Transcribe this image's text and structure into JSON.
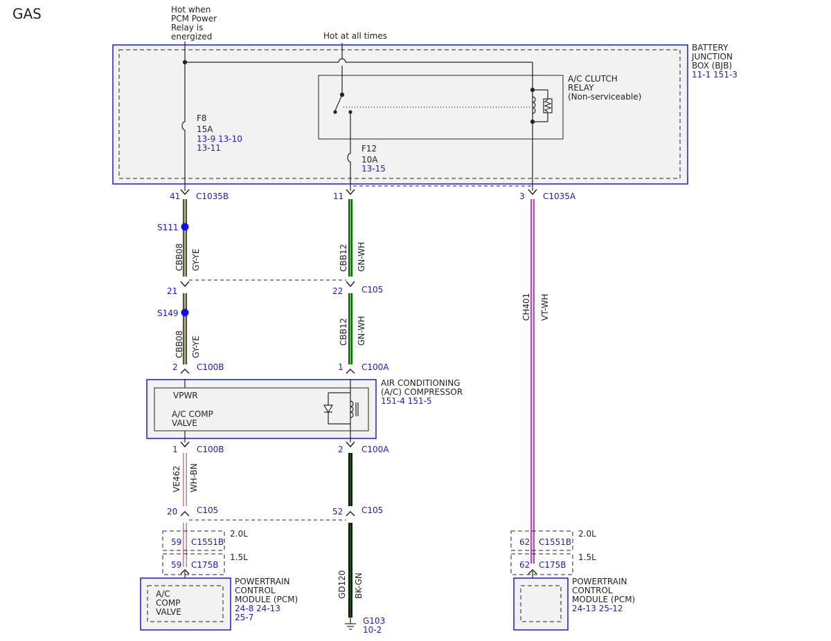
{
  "title": "GAS",
  "colors": {
    "blue": "#1a1ad6",
    "box_fill": "#f2f2f2",
    "wire_gy_ye": "#a0a060",
    "wire_gn_wh": "#1f9a1f",
    "wire_vt_wh": "#d67bd6",
    "wire_wh_bn": "#e8c8c8",
    "wire_bk_gn": "#173317",
    "splice": "#1010ee"
  },
  "annotations": {
    "hot_pcm": [
      "Hot when",
      "PCM Power",
      "Relay is",
      "energized"
    ],
    "hot_all": "Hot at all times"
  },
  "bjb": {
    "lines": [
      "BATTERY",
      "JUNCTION",
      "BOX (BJB)"
    ],
    "refs": "11-1   151-3"
  },
  "relay": {
    "lines": [
      "A/C CLUTCH",
      "RELAY",
      "(Non-serviceable)"
    ]
  },
  "fuses": {
    "f8": {
      "name": "F8",
      "rating": "15A",
      "refs": [
        "13-9   13-10",
        "13-11"
      ]
    },
    "f12": {
      "name": "F12",
      "rating": "10A",
      "refs": [
        "13-15"
      ]
    }
  },
  "pins": {
    "p41": "41",
    "p11": "11",
    "p3": "3",
    "p21": "21",
    "p22": "22",
    "p2a": "2",
    "p1a": "1",
    "p1b": "1",
    "p2b": "2",
    "p20": "20",
    "p52": "52",
    "p59a": "59",
    "p59b": "59",
    "p62a": "62",
    "p62b": "62"
  },
  "connectors": {
    "c1035b": "C1035B",
    "c1035a": "C1035A",
    "c105_top": "C105",
    "c100b_top": "C100B",
    "c100a_top": "C100A",
    "c100b_bot": "C100B",
    "c100a_bot": "C100A",
    "c105_left": "C105",
    "c105_mid": "C105",
    "c1551b_left": "C1551B",
    "c175b_left": "C175B",
    "c1551b_right": "C1551B",
    "c175b_right": "C175B"
  },
  "splices": {
    "s111": "S111",
    "s149": "S149"
  },
  "wires": {
    "w1": {
      "circuit": "CBB08",
      "color": "GY-YE"
    },
    "w2": {
      "circuit": "CBB08",
      "color": "GY-YE"
    },
    "w3": {
      "circuit": "CBB12",
      "color": "GN-WH"
    },
    "w4": {
      "circuit": "CBB12",
      "color": "GN-WH"
    },
    "w5": {
      "circuit": "CH401",
      "color": "VT-WH"
    },
    "w6": {
      "circuit": "VE462",
      "color": "WH-BN"
    },
    "w7": {
      "circuit": "GD120",
      "color": "BK-GN"
    }
  },
  "compressor": {
    "lines": [
      "AIR CONDITIONING",
      "(A/C) COMPRESSOR"
    ],
    "refs": "151-4  151-5",
    "vpwr": "VPWR",
    "valve": [
      "A/C COMP",
      "VALVE"
    ]
  },
  "engine": {
    "e20": "2.0L",
    "e15": "1.5L",
    "e20b": "2.0L",
    "e15b": "1.5L"
  },
  "pcm_left": {
    "lines": [
      "POWERTRAIN",
      "CONTROL",
      "MODULE (PCM)"
    ],
    "refs": [
      "24-8   24-13",
      "25-7"
    ],
    "inner": [
      "A/C",
      "COMP",
      "VALVE"
    ]
  },
  "pcm_right": {
    "lines": [
      "POWERTRAIN",
      "CONTROL",
      "MODULE (PCM)"
    ],
    "refs": [
      "24-13  25-12"
    ]
  },
  "ground": {
    "name": "G103",
    "ref": "10-2"
  }
}
